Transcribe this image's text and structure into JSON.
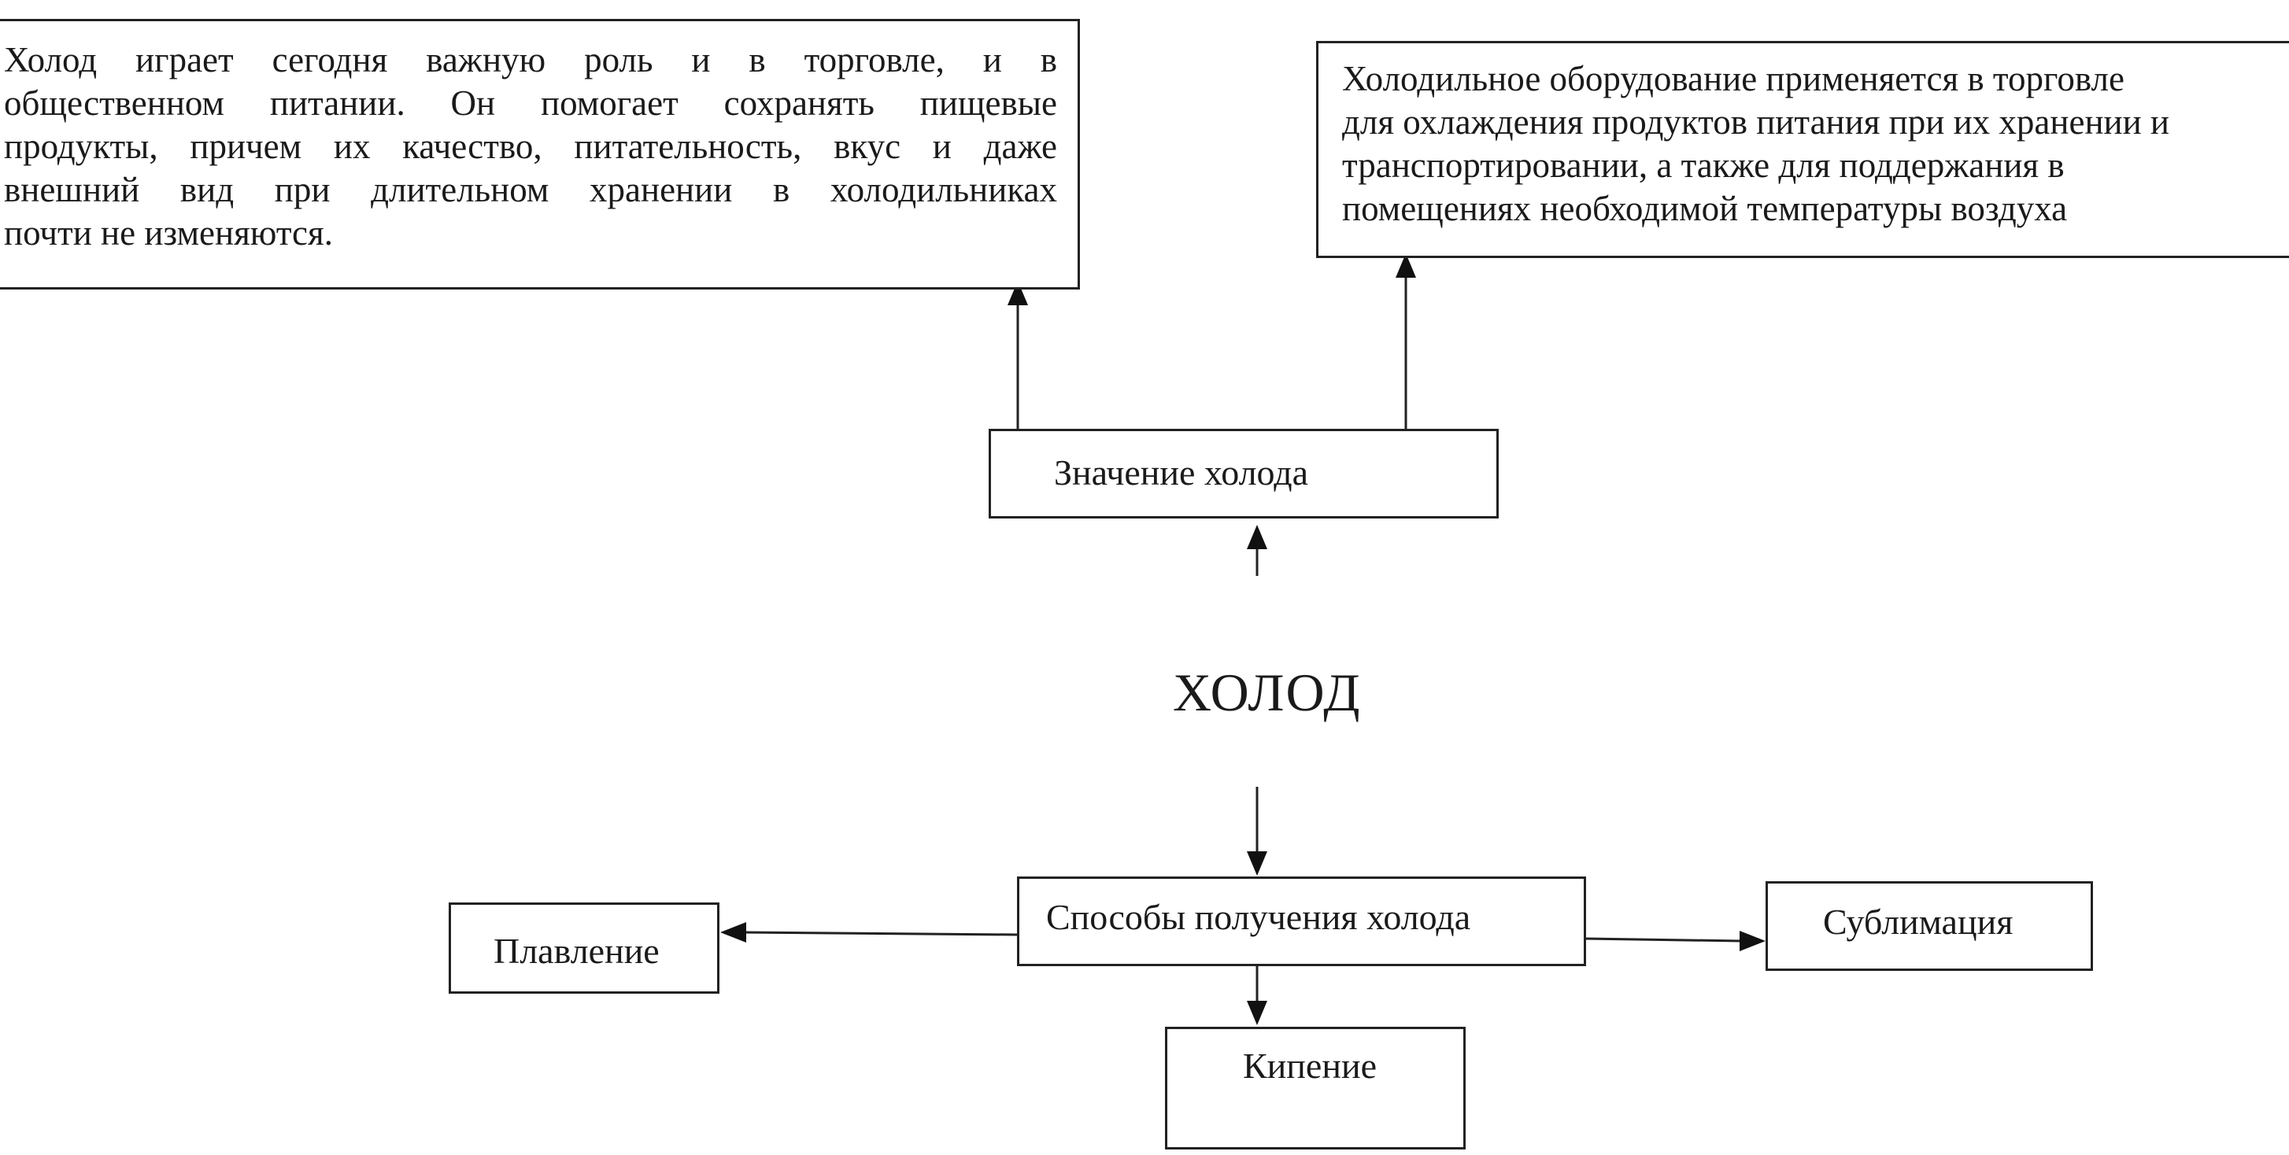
{
  "center": {
    "title": "ХОЛОД"
  },
  "importance": {
    "label": "Значение холода"
  },
  "info_left": {
    "lines": [
      "Холод играет сегодня важную роль и в торговле, и в",
      "общественном питании. Он помогает сохранять пищевые",
      "продукты, причем их качество, питательность, вкус и даже",
      "внешний вид при длительном хранении в холодильниках",
      "почти не изменяются."
    ]
  },
  "info_right": {
    "lines": [
      "Холодильное оборудование применяется в торговле",
      "для охлаждения продуктов питания при их хранении и",
      "транспортировании, а также для поддержания в",
      "помещениях необходимой температуры воздуха"
    ]
  },
  "methods": {
    "label": "Способы получения холода",
    "items": {
      "melting": "Плавление",
      "sublimation": "Сублимация",
      "boiling": "Кипение"
    }
  }
}
